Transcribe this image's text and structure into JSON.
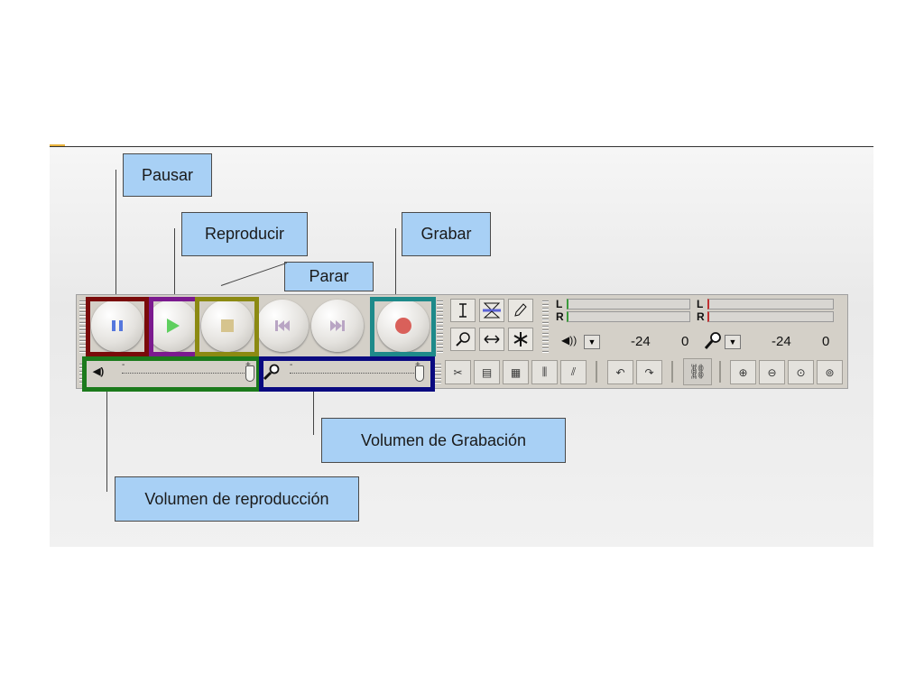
{
  "labels": {
    "pausar": "Pausar",
    "reproducir": "Reproducir",
    "parar": "Parar",
    "grabar": "Grabar",
    "volumen_grabacion": "Volumen de Grabación",
    "volumen_reproduccion": "Volumen de reproducción"
  },
  "meters": {
    "left_channel": "L",
    "right_channel": "R",
    "playback_min": "-24",
    "playback_max": "0",
    "record_min": "-24",
    "record_max": "0"
  },
  "sliders": {
    "minus": "-",
    "plus": "+"
  },
  "colors": {
    "pause_highlight": "#7a0a0a",
    "play_highlight": "#7b1a8f",
    "stop_highlight": "#8c8a12",
    "record_highlight": "#1e8a8a",
    "playback_volume_highlight": "#1c7a1c",
    "record_volume_highlight": "#0a0a80",
    "callout_fill": "#a8d0f5"
  },
  "icons": {
    "pause": "pause-icon",
    "play": "play-icon",
    "stop": "stop-icon",
    "skip_start": "skip-to-start-icon",
    "skip_end": "skip-to-end-icon",
    "record": "record-icon",
    "select_tool": "selection-tool-icon",
    "envelope_tool": "envelope-tool-icon",
    "draw_tool": "draw-tool-icon",
    "zoom_tool": "zoom-tool-icon",
    "timeshift_tool": "time-shift-tool-icon",
    "multi_tool": "multi-tool-icon",
    "speaker": "speaker-icon",
    "microphone": "microphone-icon"
  }
}
